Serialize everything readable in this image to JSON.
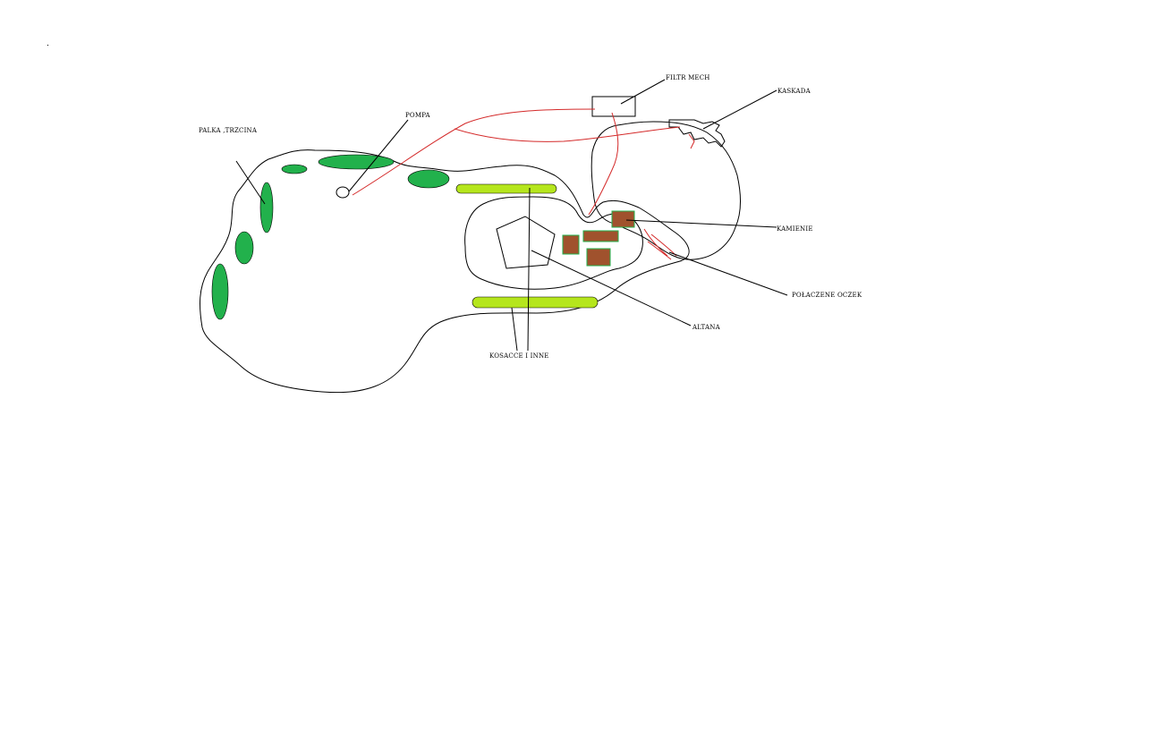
{
  "labels": {
    "palka": "PALKA ,TRZCINA",
    "pompa": "POMPA",
    "filtr": "FILTR MECH",
    "kaskada": "KASKADA",
    "kamienie": "KAMIENIE",
    "polaczone": "POŁACZENE OCZEK",
    "altana": "ALTANA",
    "kosacce": "KOSACCE I INNE"
  },
  "colors": {
    "dark_plant": "#22b14c",
    "light_plant": "#b5e61d",
    "stone": "#a0522d",
    "stone_border": "#22b14c",
    "pipe": "#d42a2a"
  }
}
